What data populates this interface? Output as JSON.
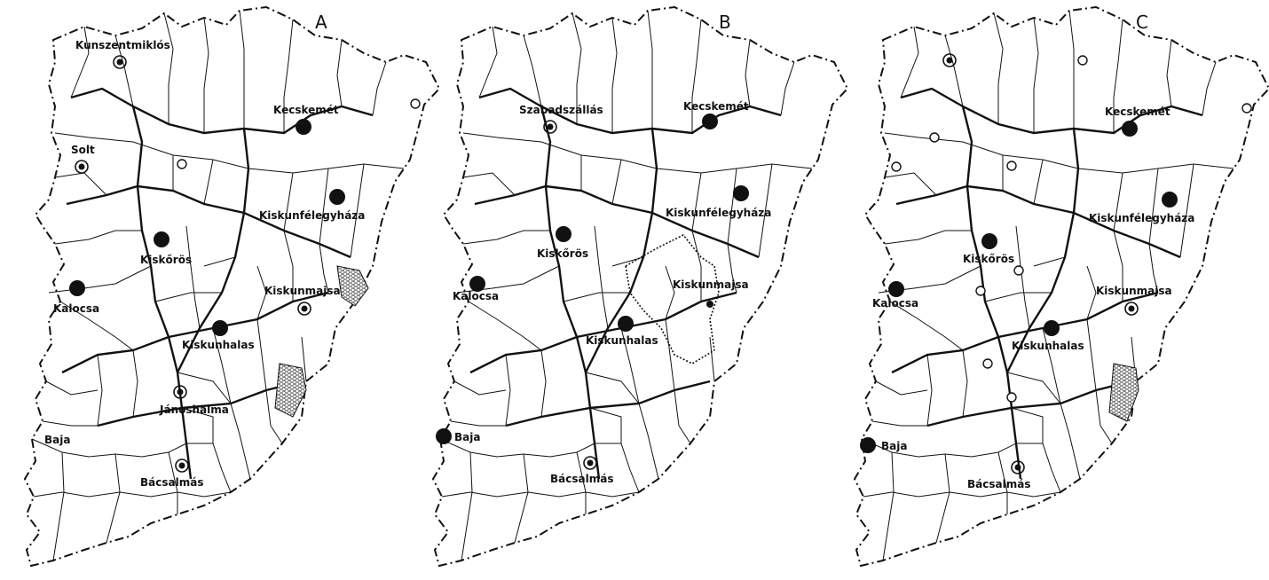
{
  "colors": {
    "ink": "#111111",
    "paper": "#ffffff",
    "hatch": "#333333"
  },
  "legend_symbols": {
    "large-center": "filled-circle",
    "medium-center": "ringed-dot",
    "small-center": "open-circle",
    "marsh": "hatched-area"
  },
  "panels": [
    {
      "id": "A",
      "letter": "A",
      "cities": [
        {
          "name": "Kunszentmiklós",
          "symbol": "ring"
        },
        {
          "name": "Kecskemét",
          "symbol": "dot"
        },
        {
          "name": "Solt",
          "symbol": "ring"
        },
        {
          "name": "Kiskunfélegyháza",
          "symbol": "dot"
        },
        {
          "name": "Kiskőrös",
          "symbol": "dot"
        },
        {
          "name": "Kalocsa",
          "symbol": "dot"
        },
        {
          "name": "Kiskunmajsa",
          "symbol": "ring"
        },
        {
          "name": "Kiskunhalas",
          "symbol": "dot"
        },
        {
          "name": "Jánoshalma",
          "symbol": "ring"
        },
        {
          "name": "Baja",
          "symbol": "none"
        },
        {
          "name": "Bácsalmás",
          "symbol": "ring"
        }
      ]
    },
    {
      "id": "B",
      "letter": "B",
      "cities": [
        {
          "name": "Szabadszállás",
          "symbol": "ring"
        },
        {
          "name": "Kecskemét",
          "symbol": "dot"
        },
        {
          "name": "Kiskunfélegyháza",
          "symbol": "dot"
        },
        {
          "name": "Kiskőrös",
          "symbol": "dot"
        },
        {
          "name": "Kalocsa",
          "symbol": "dot"
        },
        {
          "name": "Kiskunmajsa",
          "symbol": "small-dot"
        },
        {
          "name": "Kiskunhalas",
          "symbol": "dot"
        },
        {
          "name": "Baja",
          "symbol": "dot"
        },
        {
          "name": "Bácsalmás",
          "symbol": "ring"
        }
      ]
    },
    {
      "id": "C",
      "letter": "C",
      "cities": [
        {
          "name": "Kecskemét",
          "symbol": "dot"
        },
        {
          "name": "Kiskunfélegyháza",
          "symbol": "dot"
        },
        {
          "name": "Kiskőrös",
          "symbol": "dot"
        },
        {
          "name": "Kalocsa",
          "symbol": "dot"
        },
        {
          "name": "Kiskunmajsa",
          "symbol": "ring"
        },
        {
          "name": "Kiskunhalas",
          "symbol": "dot"
        },
        {
          "name": "Baja",
          "symbol": "dot"
        },
        {
          "name": "Bácsalmás",
          "symbol": "ring"
        }
      ]
    }
  ]
}
